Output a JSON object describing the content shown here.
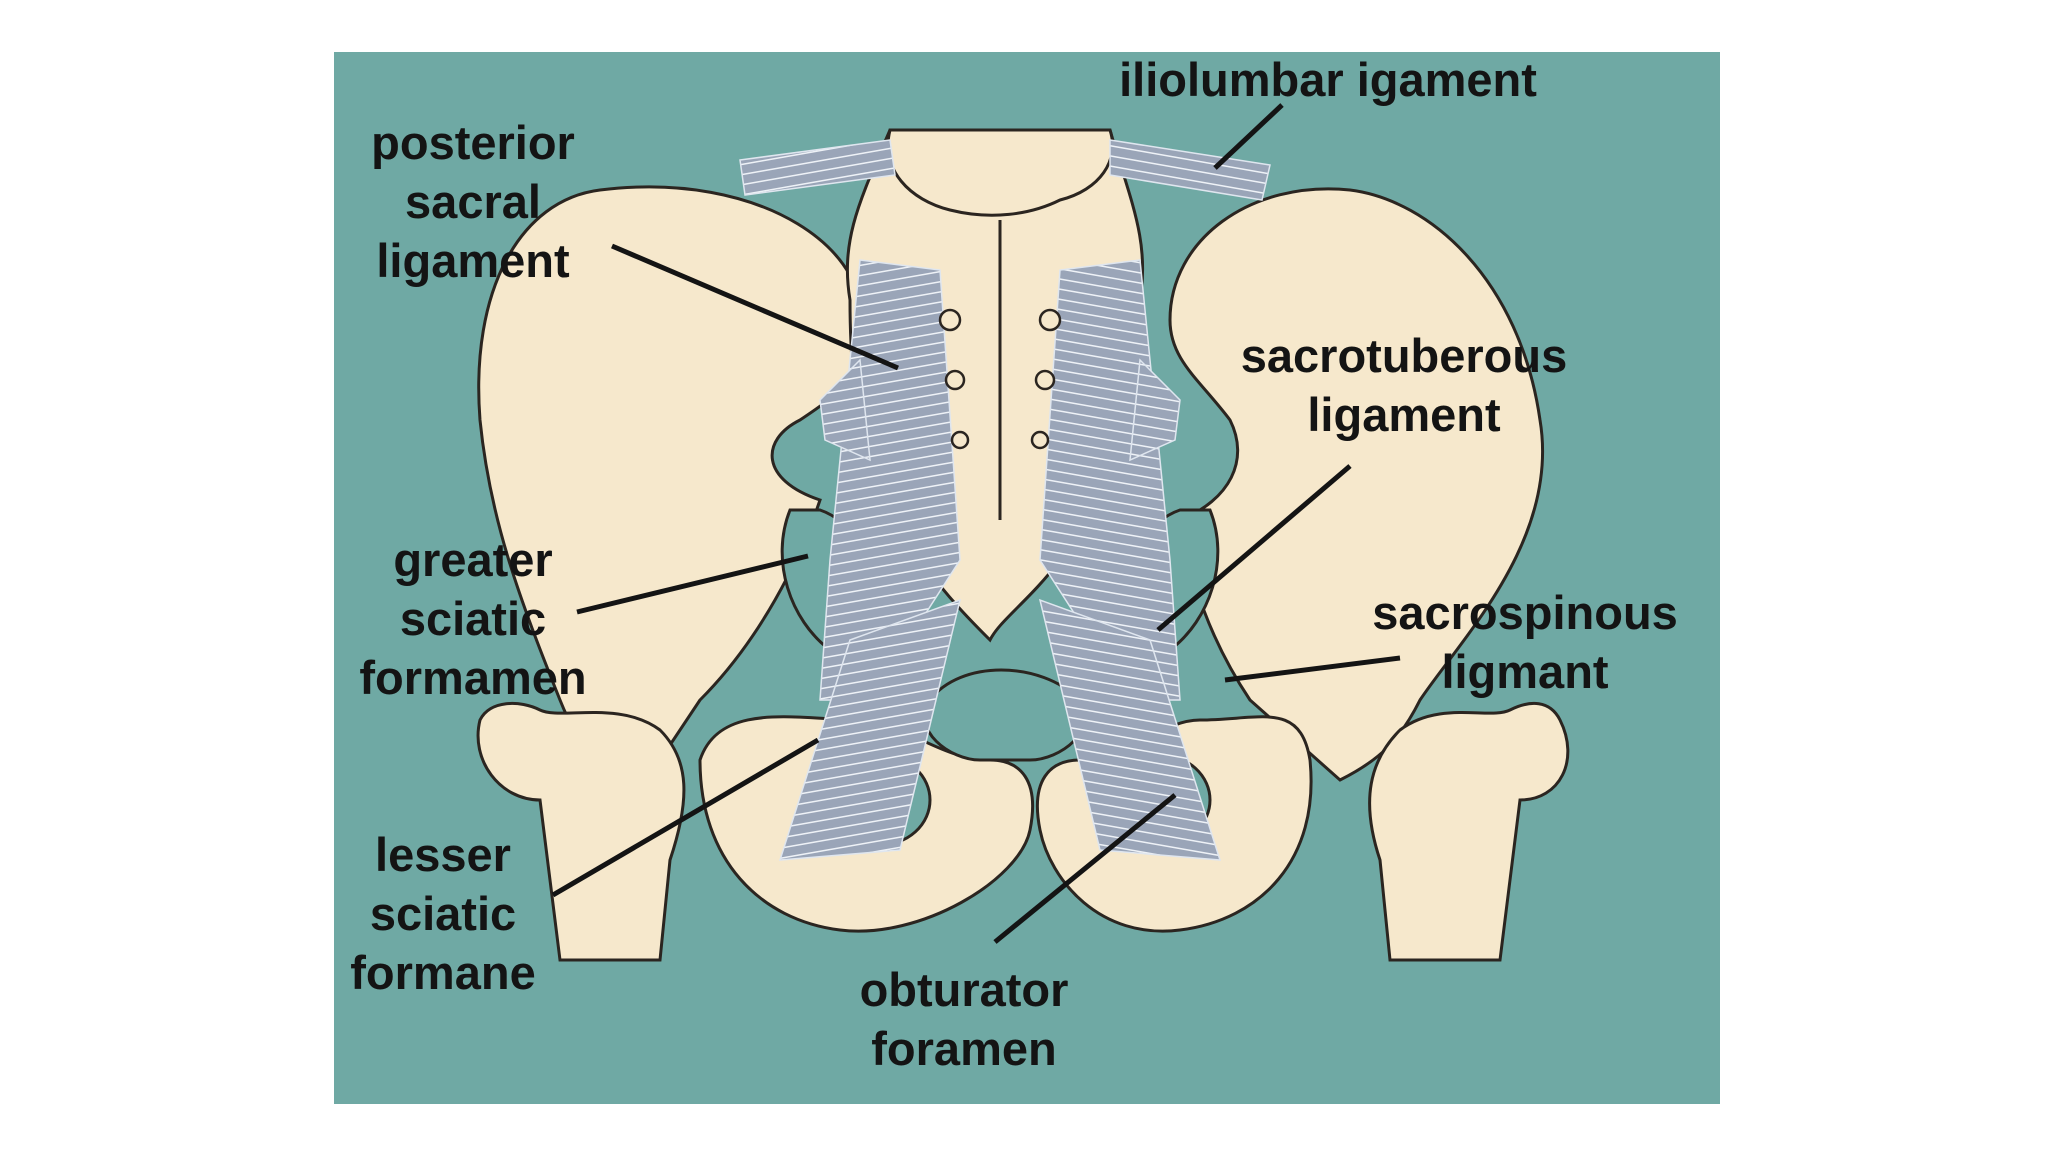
{
  "diagram": {
    "colors": {
      "background": "#ffffff",
      "panel": "#6fa9a4",
      "bone": "#f6e8cc",
      "bone_outline": "#2b2520",
      "ligament": "#a8b3c4",
      "ligament_stroke": "#e9eef5",
      "label_text": "#141414",
      "leader_line": "#141414"
    },
    "labels": {
      "iliolumbar": [
        "iliolumbar igament"
      ],
      "posterior_sacral": [
        "posterior",
        "sacral",
        "ligament"
      ],
      "sacrotuberous": [
        "sacrotuberous",
        "ligament"
      ],
      "greater_sciatic": [
        "greater",
        "sciatic",
        "formamen"
      ],
      "sacrospinous": [
        "sacrospinous",
        "ligmant"
      ],
      "lesser_sciatic": [
        "lesser",
        "sciatic",
        "formane"
      ],
      "obturator": [
        "obturator",
        "foramen"
      ]
    }
  }
}
